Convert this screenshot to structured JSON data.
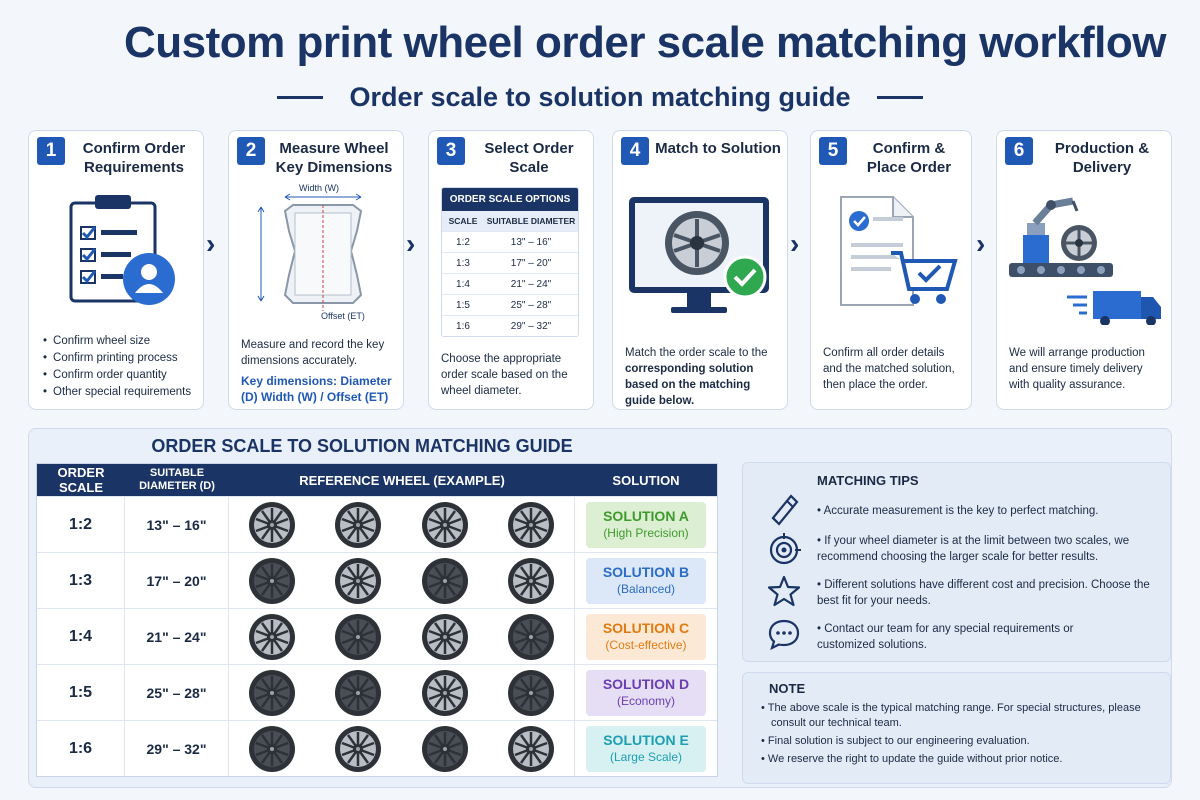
{
  "header": {
    "title": "Custom print wheel order scale matching workflow",
    "subtitle": "Order scale to solution matching guide"
  },
  "steps": [
    {
      "num": "1",
      "title": "Confirm Order Requirements",
      "bullets": [
        "Confirm wheel size",
        "Confirm printing process",
        "Confirm order quantity",
        "Other special requirements"
      ]
    },
    {
      "num": "2",
      "title": "Measure Wheel Key Dimensions",
      "width_label": "Width (W)",
      "offset_label": "Offset (ET)",
      "desc": "Measure and record the key dimensions accurately.",
      "key_dims": "Key dimensions: Diameter (D) Width (W) / Offset (ET)"
    },
    {
      "num": "3",
      "title": "Select Order Scale",
      "desc": "Choose the appropriate order scale based on the wheel diameter."
    },
    {
      "num": "4",
      "title": "Match to Solution",
      "desc_pre": "Match the order scale to the ",
      "desc_bold": "corresponding solution based on the matching guide below."
    },
    {
      "num": "5",
      "title": "Confirm & Place Order",
      "desc": "Confirm all order details and the matched solution, then place the order."
    },
    {
      "num": "6",
      "title": "Production & Delivery",
      "desc": "We will arrange production and ensure timely delivery with quality assurance."
    }
  ],
  "mini_table": {
    "title": "ORDER SCALE OPTIONS",
    "col_scale": "SCALE",
    "col_diameter": "SUITABLE DIAMETER",
    "rows": [
      {
        "scale": "1:2",
        "diameter": "13\" – 16\""
      },
      {
        "scale": "1:3",
        "diameter": "17\" – 20\""
      },
      {
        "scale": "1:4",
        "diameter": "21\" – 24\""
      },
      {
        "scale": "1:5",
        "diameter": "25\" – 28\""
      },
      {
        "scale": "1:6",
        "diameter": "29\" – 32\""
      }
    ]
  },
  "guide": {
    "title": "ORDER SCALE TO SOLUTION MATCHING GUIDE",
    "headers": {
      "scale": "ORDER SCALE",
      "diameter": "SUITABLE DIAMETER (D)",
      "wheel": "REFERENCE WHEEL (EXAMPLE)",
      "solution": "SOLUTION"
    },
    "rows": [
      {
        "scale": "1:2",
        "diameter": "13\" – 16\"",
        "solution": "SOLUTION A",
        "detail": "(High Precision)",
        "color": "#3f9a2e",
        "bg": "#dcefd2"
      },
      {
        "scale": "1:3",
        "diameter": "17\" – 20\"",
        "solution": "SOLUTION B",
        "detail": "(Balanced)",
        "color": "#2b6cc4",
        "bg": "#dce8f7"
      },
      {
        "scale": "1:4",
        "diameter": "21\" – 24\"",
        "solution": "SOLUTION C",
        "detail": "(Cost-effective)",
        "color": "#e07b12",
        "bg": "#fbe9d6"
      },
      {
        "scale": "1:5",
        "diameter": "25\" – 28\"",
        "solution": "SOLUTION D",
        "detail": "(Economy)",
        "color": "#6a3fb0",
        "bg": "#e6def4"
      },
      {
        "scale": "1:6",
        "diameter": "29\" – 32\"",
        "solution": "SOLUTION E",
        "detail": "(Large Scale)",
        "color": "#1c9fb0",
        "bg": "#d7f0f2"
      }
    ]
  },
  "tips": {
    "title": "MATCHING TIPS",
    "items": [
      {
        "icon": "ruler-pencil-icon",
        "text": "• Accurate measurement is the key to perfect matching."
      },
      {
        "icon": "target-icon",
        "text": "• If your wheel diameter is at the limit between two scales, we recommend choosing the larger scale for better results."
      },
      {
        "icon": "star-icon",
        "text": "• Different solutions have different cost and precision. Choose the best fit for your needs."
      },
      {
        "icon": "chat-icon",
        "text": "• Contact our team for any special requirements or customized solutions."
      }
    ]
  },
  "note": {
    "title": "NOTE",
    "items": [
      "The above scale is the typical matching range. For special structures, please consult our technical team.",
      "Final solution is subject to our engineering evaluation.",
      "We reserve the right to update the guide without prior notice."
    ]
  },
  "colors": {
    "primary": "#1a3466",
    "accent": "#2058b5",
    "check": "#2fa84f"
  }
}
